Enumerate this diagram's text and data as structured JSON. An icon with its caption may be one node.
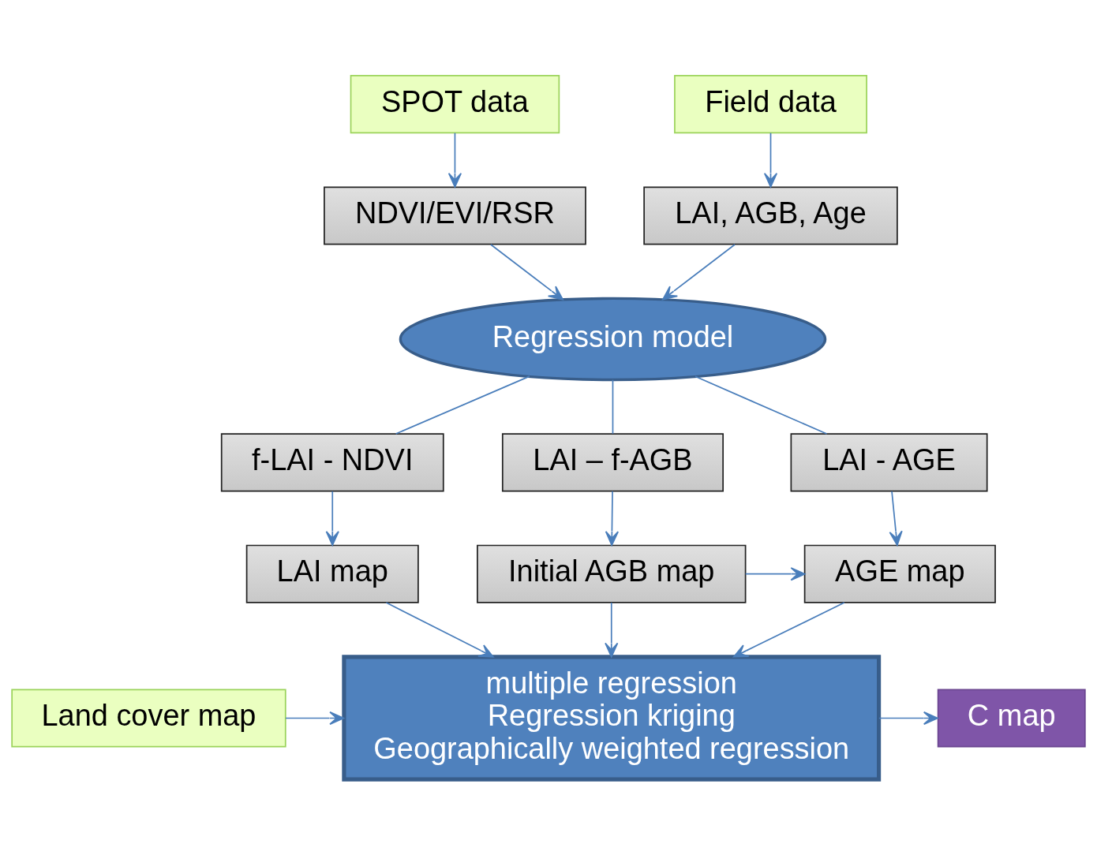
{
  "diagram": {
    "nodes": [
      {
        "text": [
          "SPOT data"
        ]
      },
      {
        "text": [
          "Field data"
        ]
      },
      {
        "text": [
          "NDVI/EVI/RSR"
        ]
      },
      {
        "text": [
          "LAI, AGB, Age"
        ]
      },
      {
        "text": [
          "Regression model"
        ]
      },
      {
        "text": [
          "f-LAI - NDVI"
        ]
      },
      {
        "text": [
          "LAI – f-AGB"
        ]
      },
      {
        "text": [
          "LAI - AGE"
        ]
      },
      {
        "text": [
          "LAI map"
        ]
      },
      {
        "text": [
          "Initial AGB map"
        ]
      },
      {
        "text": [
          "AGE map"
        ]
      },
      {
        "text": [
          "Land cover map"
        ]
      },
      {
        "text": [
          "multiple regression",
          "Regression kriging",
          "Geographically weighted regression"
        ]
      },
      {
        "text": [
          "C map"
        ]
      }
    ],
    "edges": [
      {
        "from": 0,
        "to": 2,
        "arrow": "to"
      },
      {
        "from": 1,
        "to": 3,
        "arrow": "to"
      },
      {
        "from": 2,
        "to": 4,
        "arrow": "to"
      },
      {
        "from": 3,
        "to": 4,
        "arrow": "to"
      },
      {
        "from": 4,
        "to": 5,
        "arrow": "none"
      },
      {
        "from": 4,
        "to": 6,
        "arrow": "none"
      },
      {
        "from": 4,
        "to": 7,
        "arrow": "none"
      },
      {
        "from": 5,
        "to": 8,
        "arrow": "to"
      },
      {
        "from": 6,
        "to": 9,
        "arrow": "to"
      },
      {
        "from": 7,
        "to": 10,
        "arrow": "to"
      },
      {
        "from": 9,
        "to": 10,
        "arrow": "to"
      },
      {
        "from": 8,
        "to": 12,
        "arrow": "to"
      },
      {
        "from": 9,
        "to": 12,
        "arrow": "to"
      },
      {
        "from": 10,
        "to": 12,
        "arrow": "to"
      },
      {
        "from": 11,
        "to": 12,
        "arrow": "to"
      },
      {
        "from": 12,
        "to": 13,
        "arrow": "to"
      }
    ]
  }
}
